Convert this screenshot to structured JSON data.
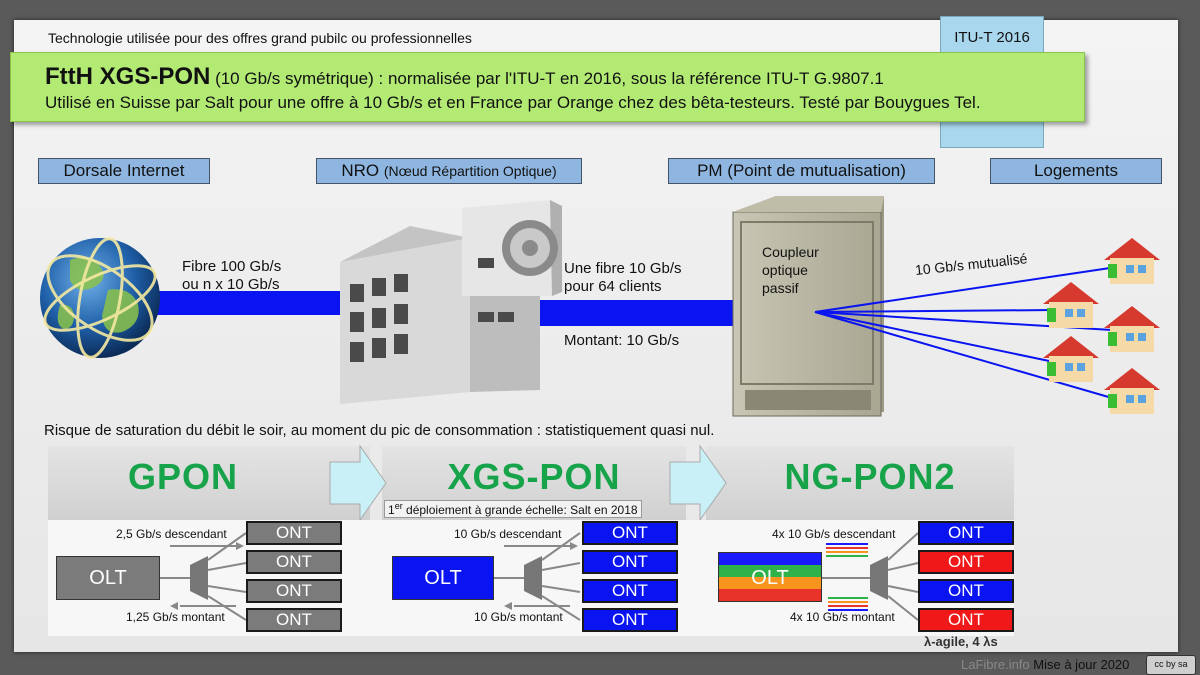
{
  "top_note": "Technologie utilisée pour des offres grand pubilc ou professionnelles",
  "badge": "ITU-T 2016",
  "headline": {
    "title": "FttH XGS-PON",
    "subtitle": "(10 Gb/s symétrique) : normalisée par l'ITU-T en 2016, sous la référence ITU-T G.9807.1",
    "line2": "Utilisé en Suisse par Salt pour une offre à 10 Gb/s et en France par Orange chez des bêta-testeurs. Testé par Bouygues Tel."
  },
  "headers": {
    "dorsale": "Dorsale Internet",
    "nro": "NRO",
    "nro_sub": "(Nœud Répartition Optique)",
    "pm": "PM (Point de mutualisation)",
    "logements": "Logements"
  },
  "labels": {
    "fibre1": "Fibre 100 Gb/s",
    "fibre2": "ou n x 10 Gb/s",
    "une_fibre1": "Une fibre 10 Gb/s",
    "une_fibre2": "pour 64 clients",
    "montant": "Montant: 10 Gb/s",
    "coupleur1": "Coupleur",
    "coupleur2": "optique",
    "coupleur3": "passif",
    "mutualise": "10 Gb/s mutualisé"
  },
  "risk_note": "Risque de saturation du débit le soir, au moment du pic de consommation : statistiquement quasi nul.",
  "pon": {
    "gpon": {
      "title": "GPON",
      "down": "2,5 Gb/s descendant",
      "up": "1,25 Gb/s montant",
      "olt": "OLT",
      "onts": [
        "ONT",
        "ONT",
        "ONT",
        "ONT"
      ]
    },
    "xgs": {
      "title": "XGS-PON",
      "deploy_sup": "er",
      "deploy_pre": "1",
      "deploy_post": " déploiement à grande échelle: Salt en 2018",
      "down": "10 Gb/s descendant",
      "up": "10 Gb/s montant",
      "olt": "OLT",
      "onts": [
        "ONT",
        "ONT",
        "ONT",
        "ONT"
      ]
    },
    "ngpon2": {
      "title": "NG-PON2",
      "down": "4x 10 Gb/s descendant",
      "up": "4x 10 Gb/s montant",
      "olt": "OLT",
      "onts": [
        "ONT",
        "ONT",
        "ONT",
        "ONT"
      ],
      "note": "λ-agile, 4 λs"
    }
  },
  "footer": {
    "site": "LaFibre.info",
    "update": "Mise à jour 2020",
    "license": "cc by sa"
  },
  "colors": {
    "fibre": "#0a14f0",
    "green_box": "#b2ea74",
    "header_blue": "#8fb6e0",
    "pon_green": "#17a34a",
    "ont_grey": "#7b7b7b",
    "ont_blue": "#0a14f0",
    "ont_red": "#f01818"
  }
}
